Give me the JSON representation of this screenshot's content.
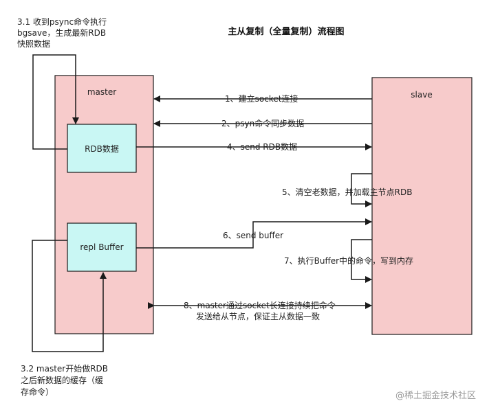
{
  "title": "主从复制（全量复制）流程图",
  "colors": {
    "server_fill": "#f7cbcb",
    "inner_fill": "#c9f7f4",
    "stroke": "#1a1a1a"
  },
  "nodes": {
    "master": "master",
    "slave": "slave",
    "rdb": "RDB数据",
    "repl_buffer": "repl Buffer"
  },
  "notes": {
    "bgsave": [
      "3.1 收到psync命令执行",
      "bgsave，生成最新RDB",
      "快照数据"
    ],
    "buffer_cache": [
      "3.2 master开始做RDB",
      "之后新数据的缓存（缓",
      "存命令）"
    ]
  },
  "edges": {
    "e1": "1、建立socket连接",
    "e2": "2、psyn命令同步数据",
    "e4": "4、send RDB数据",
    "e5": "5、清空老数据，并加载主节点RDB",
    "e6": "6、send buffer",
    "e7": "7、执行Buffer中的命令，写到内存",
    "e8": [
      "8、master通过socket长连接持续把命令",
      "发送给从节点，保证主从数据一致"
    ]
  },
  "watermark": "@稀土掘金技术社区"
}
